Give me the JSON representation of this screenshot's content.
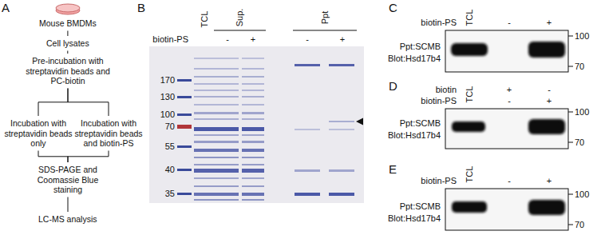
{
  "diagram": {
    "nodes": [
      {
        "text": [
          "Mouse BMDMs"
        ]
      },
      {
        "text": [
          "Cell lysates"
        ]
      },
      {
        "text": [
          "Pre-incubation with streptavidin beads and PC-biotin"
        ]
      },
      {
        "text": [
          "Incubation with streptavidin beads only"
        ]
      },
      {
        "text": [
          "Incubation with streptavidin beads and biotin-PS"
        ]
      },
      {
        "text": [
          "SDS-PAGE and Coomassie Blue staining"
        ]
      },
      {
        "text": [
          "LC-MS analysis"
        ]
      }
    ],
    "edges": [
      {
        "from": 0,
        "to": 1,
        "arrow": "none"
      },
      {
        "from": 1,
        "to": 2,
        "arrow": "none"
      },
      {
        "from": 2,
        "to": 3,
        "arrow": "none"
      },
      {
        "from": 2,
        "to": 4,
        "arrow": "none"
      },
      {
        "from": 3,
        "to": 5,
        "arrow": "none"
      },
      {
        "from": 4,
        "to": 5,
        "arrow": "none"
      },
      {
        "from": 5,
        "to": 6,
        "arrow": "none"
      }
    ],
    "labels": [
      "A",
      "B",
      "C",
      "D",
      "E",
      "TCL",
      "Sup.",
      "Ppt",
      "biotin-PS",
      "-",
      "+",
      "-",
      "+",
      "170",
      "130",
      "100",
      "70",
      "55",
      "40",
      "35",
      "TCL",
      "biotin-PS",
      "-",
      "+",
      "Ppt:SCMB",
      "Blot:Hsd17b4",
      "100",
      "70",
      "TCL",
      "biotin",
      "+",
      "-",
      "biotin-PS",
      "-",
      "+",
      "Ppt:SCMB",
      "Blot:Hsd17b4",
      "100",
      "70",
      "TCL",
      "biotin-PS",
      "-",
      "+",
      "Ppt:SCMB",
      "Blot:Hsd17b4",
      "100",
      "70"
    ]
  }
}
